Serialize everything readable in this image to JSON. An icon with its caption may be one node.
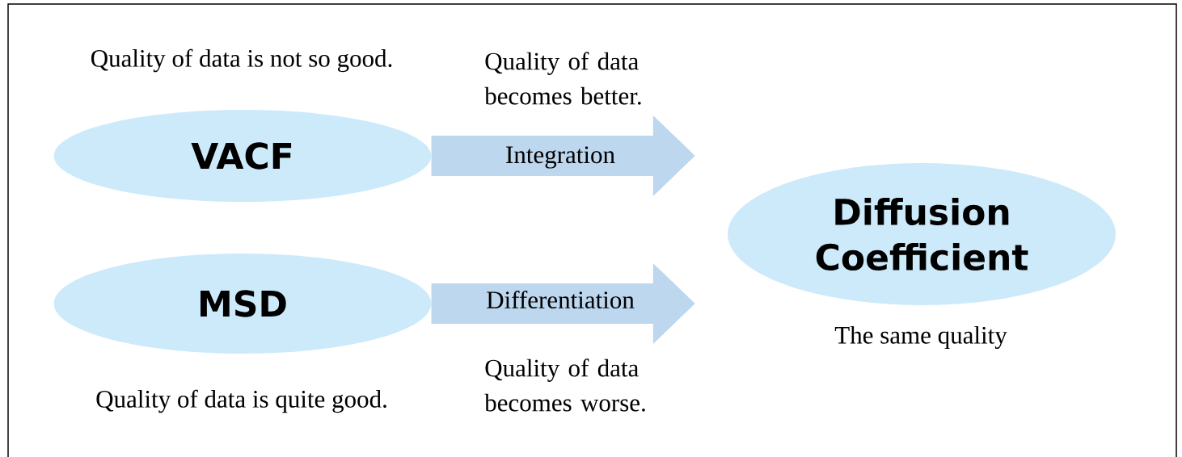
{
  "diagram": {
    "nodes": [
      {
        "text": [
          "VACF"
        ],
        "beside": [
          "Quality of data is not so good."
        ]
      },
      {
        "text": [
          "MSD"
        ],
        "beside": [
          "Quality of data is quite good."
        ]
      },
      {
        "text": [
          "Diffusion Coefficient"
        ],
        "beside": [
          "The same quality"
        ]
      }
    ],
    "edges": [
      {
        "from": 0,
        "to": 2,
        "arrow": "to",
        "label": "Integration"
      },
      {
        "from": 1,
        "to": 2,
        "arrow": "to",
        "label": "Differentiation"
      }
    ],
    "labels": [
      "Quality of data becomes better.",
      "Quality of data becomes worse."
    ]
  }
}
